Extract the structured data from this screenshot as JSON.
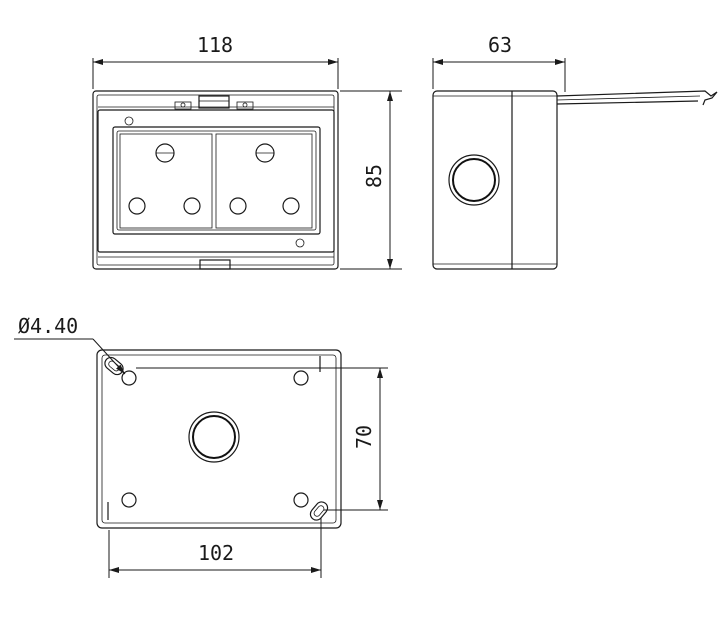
{
  "dimensions": {
    "width_front": "118",
    "depth_side": "63",
    "height_front": "85",
    "hole_diameter": "Ø4.40",
    "mount_vertical": "70",
    "mount_horizontal": "102"
  }
}
